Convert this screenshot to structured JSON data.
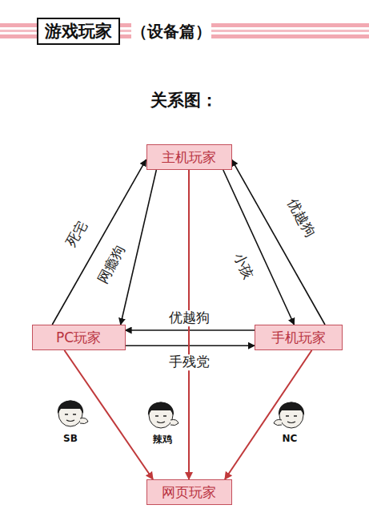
{
  "diagram": {
    "title": "游戏玩家",
    "nodes": [
      {
        "text": [
          "主机玩家"
        ]
      },
      {
        "text": [
          "PC玩家"
        ]
      },
      {
        "text": [
          "手机玩家"
        ]
      },
      {
        "text": [
          "网页玩家"
        ]
      }
    ],
    "edges": [
      {
        "from": 1,
        "to": 0,
        "label": "死宅",
        "arrow": "to"
      },
      {
        "from": 0,
        "to": 1,
        "label": "网瘾狗",
        "arrow": "to"
      },
      {
        "from": 2,
        "to": 0,
        "label": "优越狗",
        "arrow": "to"
      },
      {
        "from": 0,
        "to": 2,
        "label": "小孩",
        "arrow": "to"
      },
      {
        "from": 2,
        "to": 1,
        "label": "优越狗",
        "arrow": "to"
      },
      {
        "from": 1,
        "to": 2,
        "label": "手残党",
        "arrow": "to"
      },
      {
        "from": 1,
        "to": 3,
        "label": "SB",
        "arrow": "to"
      },
      {
        "from": 0,
        "to": 3,
        "label": "辣鸡",
        "arrow": "to"
      },
      {
        "from": 2,
        "to": 3,
        "label": "NC",
        "arrow": "to"
      }
    ],
    "labels": [
      "（设备篇）",
      "关系图："
    ]
  }
}
